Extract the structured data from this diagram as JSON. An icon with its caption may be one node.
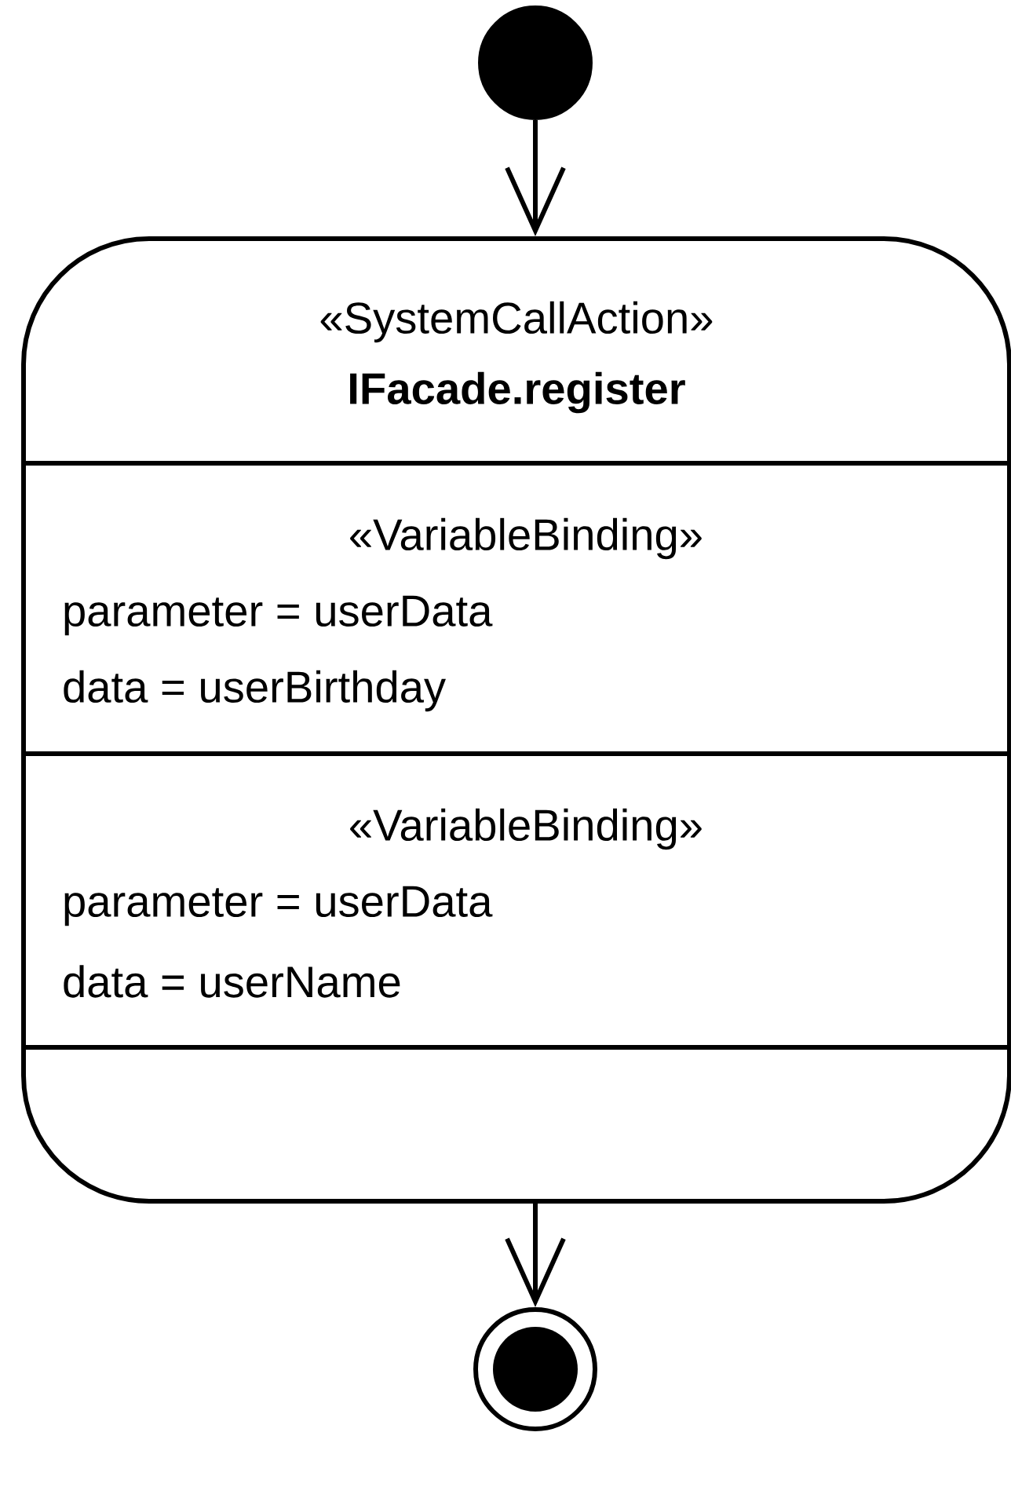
{
  "diagram": {
    "nodes": [
      {
        "text": [],
        "shape": "circle"
      },
      {
        "text": [
          "«SystemCallAction»",
          "**IFacade.register**"
        ]
      },
      {
        "text": [
          "«VariableBinding»",
          "parameter = userData",
          "data = userBirthday"
        ],
        "in": 1
      },
      {
        "text": [
          "«VariableBinding»",
          "parameter = userData",
          "data = userName"
        ],
        "in": 1
      },
      {
        "text": [],
        "shape": "circle"
      }
    ],
    "edges": [
      {
        "from": 0,
        "to": 1,
        "arrow": "to"
      },
      {
        "from": 1,
        "to": 4,
        "arrow": "to"
      }
    ]
  }
}
